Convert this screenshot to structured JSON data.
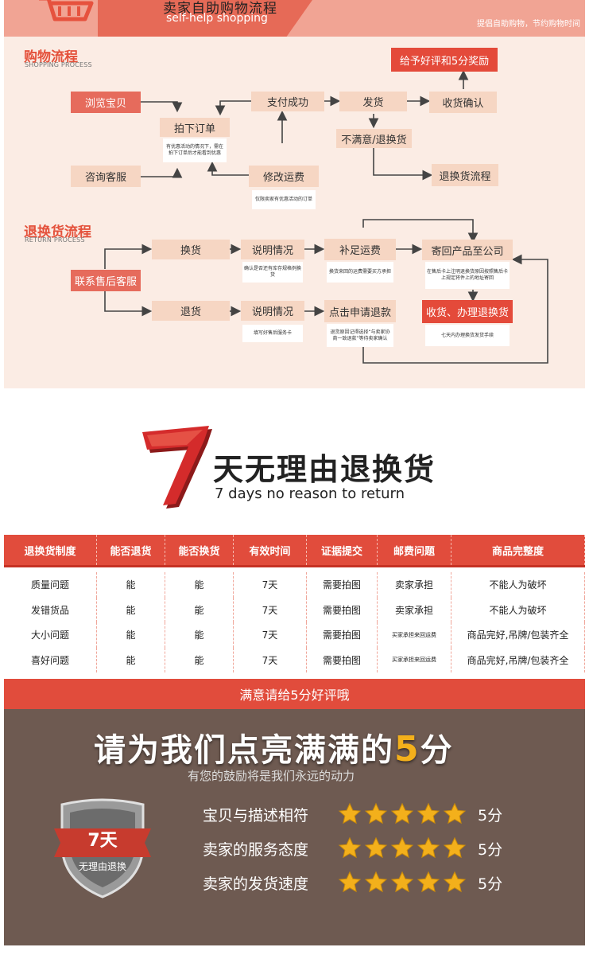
{
  "banner": {
    "title": "卖家自助购物流程",
    "subtitle": "self-help shopping",
    "slogan": "提倡自助购物，节约购物时间"
  },
  "shopping": {
    "title": "购物流程",
    "subtitle": "SHOPPING PROCESS",
    "browse": "浏览宝贝",
    "consult": "咨询客服",
    "order": "拍下订单",
    "order_note": "有优惠活动的情况下，需在拍下订单后才能看到优惠",
    "pay": "支付成功",
    "modify": "修改运费",
    "modify_note": "仅限卖家有优惠活动的订单",
    "ship": "发货",
    "unhappy": "不满意/退换货",
    "receive": "收货确认",
    "review": "给予好评和5分奖励",
    "return_flow": "退换货流程"
  },
  "returns": {
    "title": "退换货流程",
    "subtitle": "RETURN PROCESS",
    "contact": "联系售后客服",
    "exchange": "换货",
    "refund": "退货",
    "explain1": "说明情况",
    "explain1_note": "确认是否还有库存规格例换货",
    "explain2": "说明情况",
    "explain2_note": "填写好售后服务卡",
    "pay_shipping": "补足运费",
    "pay_shipping_note": "换货来回的运费需要买方承担",
    "apply_refund": "点击申请退款",
    "apply_refund_note": "退货原因记得选择“与卖家协商一致退款”等待卖家确认",
    "send_back": "寄回产品至公司",
    "send_back_note": "在售后卡上注明退换货原因按照售后卡上规定将件上的地址寄回",
    "receive_refund": "收货、办理退换货",
    "receive_refund_note": "七天内办理换货发货手续"
  },
  "seven": {
    "logo": "7",
    "title": "天无理由退换货",
    "subtitle": "7 days no reason to return"
  },
  "table": {
    "headers": [
      "退换货制度",
      "能否退货",
      "能否换货",
      "有效时间",
      "证据提交",
      "邮费问题",
      "商品完整度"
    ],
    "rows": [
      [
        "质量问题",
        "能",
        "能",
        "7天",
        "需要拍图",
        "卖家承担",
        "不能人为破坏"
      ],
      [
        "发错货品",
        "能",
        "能",
        "7天",
        "需要拍图",
        "卖家承担",
        "不能人为破坏"
      ],
      [
        "大小问题",
        "能",
        "能",
        "7天",
        "需要拍图",
        "买家承担来回运费",
        "商品完好,吊牌/包装齐全"
      ],
      [
        "喜好问题",
        "能",
        "能",
        "7天",
        "需要拍图",
        "买家承担来回运费",
        "商品完好,吊牌/包装齐全"
      ]
    ],
    "footer": "满意请给5分好评哦"
  },
  "rating": {
    "title_main": "请为我们点亮满满的",
    "title_five": "5",
    "title_end": "分",
    "subtitle": "有您的鼓励将是我们永远的动力",
    "badge_top": "7天",
    "badge_bottom": "无理由退换",
    "rows": [
      {
        "label": "宝贝与描述相符",
        "score": "5分",
        "stars": 5
      },
      {
        "label": "卖家的服务态度",
        "score": "5分",
        "stars": 5
      },
      {
        "label": "卖家的发货速度",
        "score": "5分",
        "stars": 5
      }
    ],
    "star_color": "#f3b01b"
  }
}
